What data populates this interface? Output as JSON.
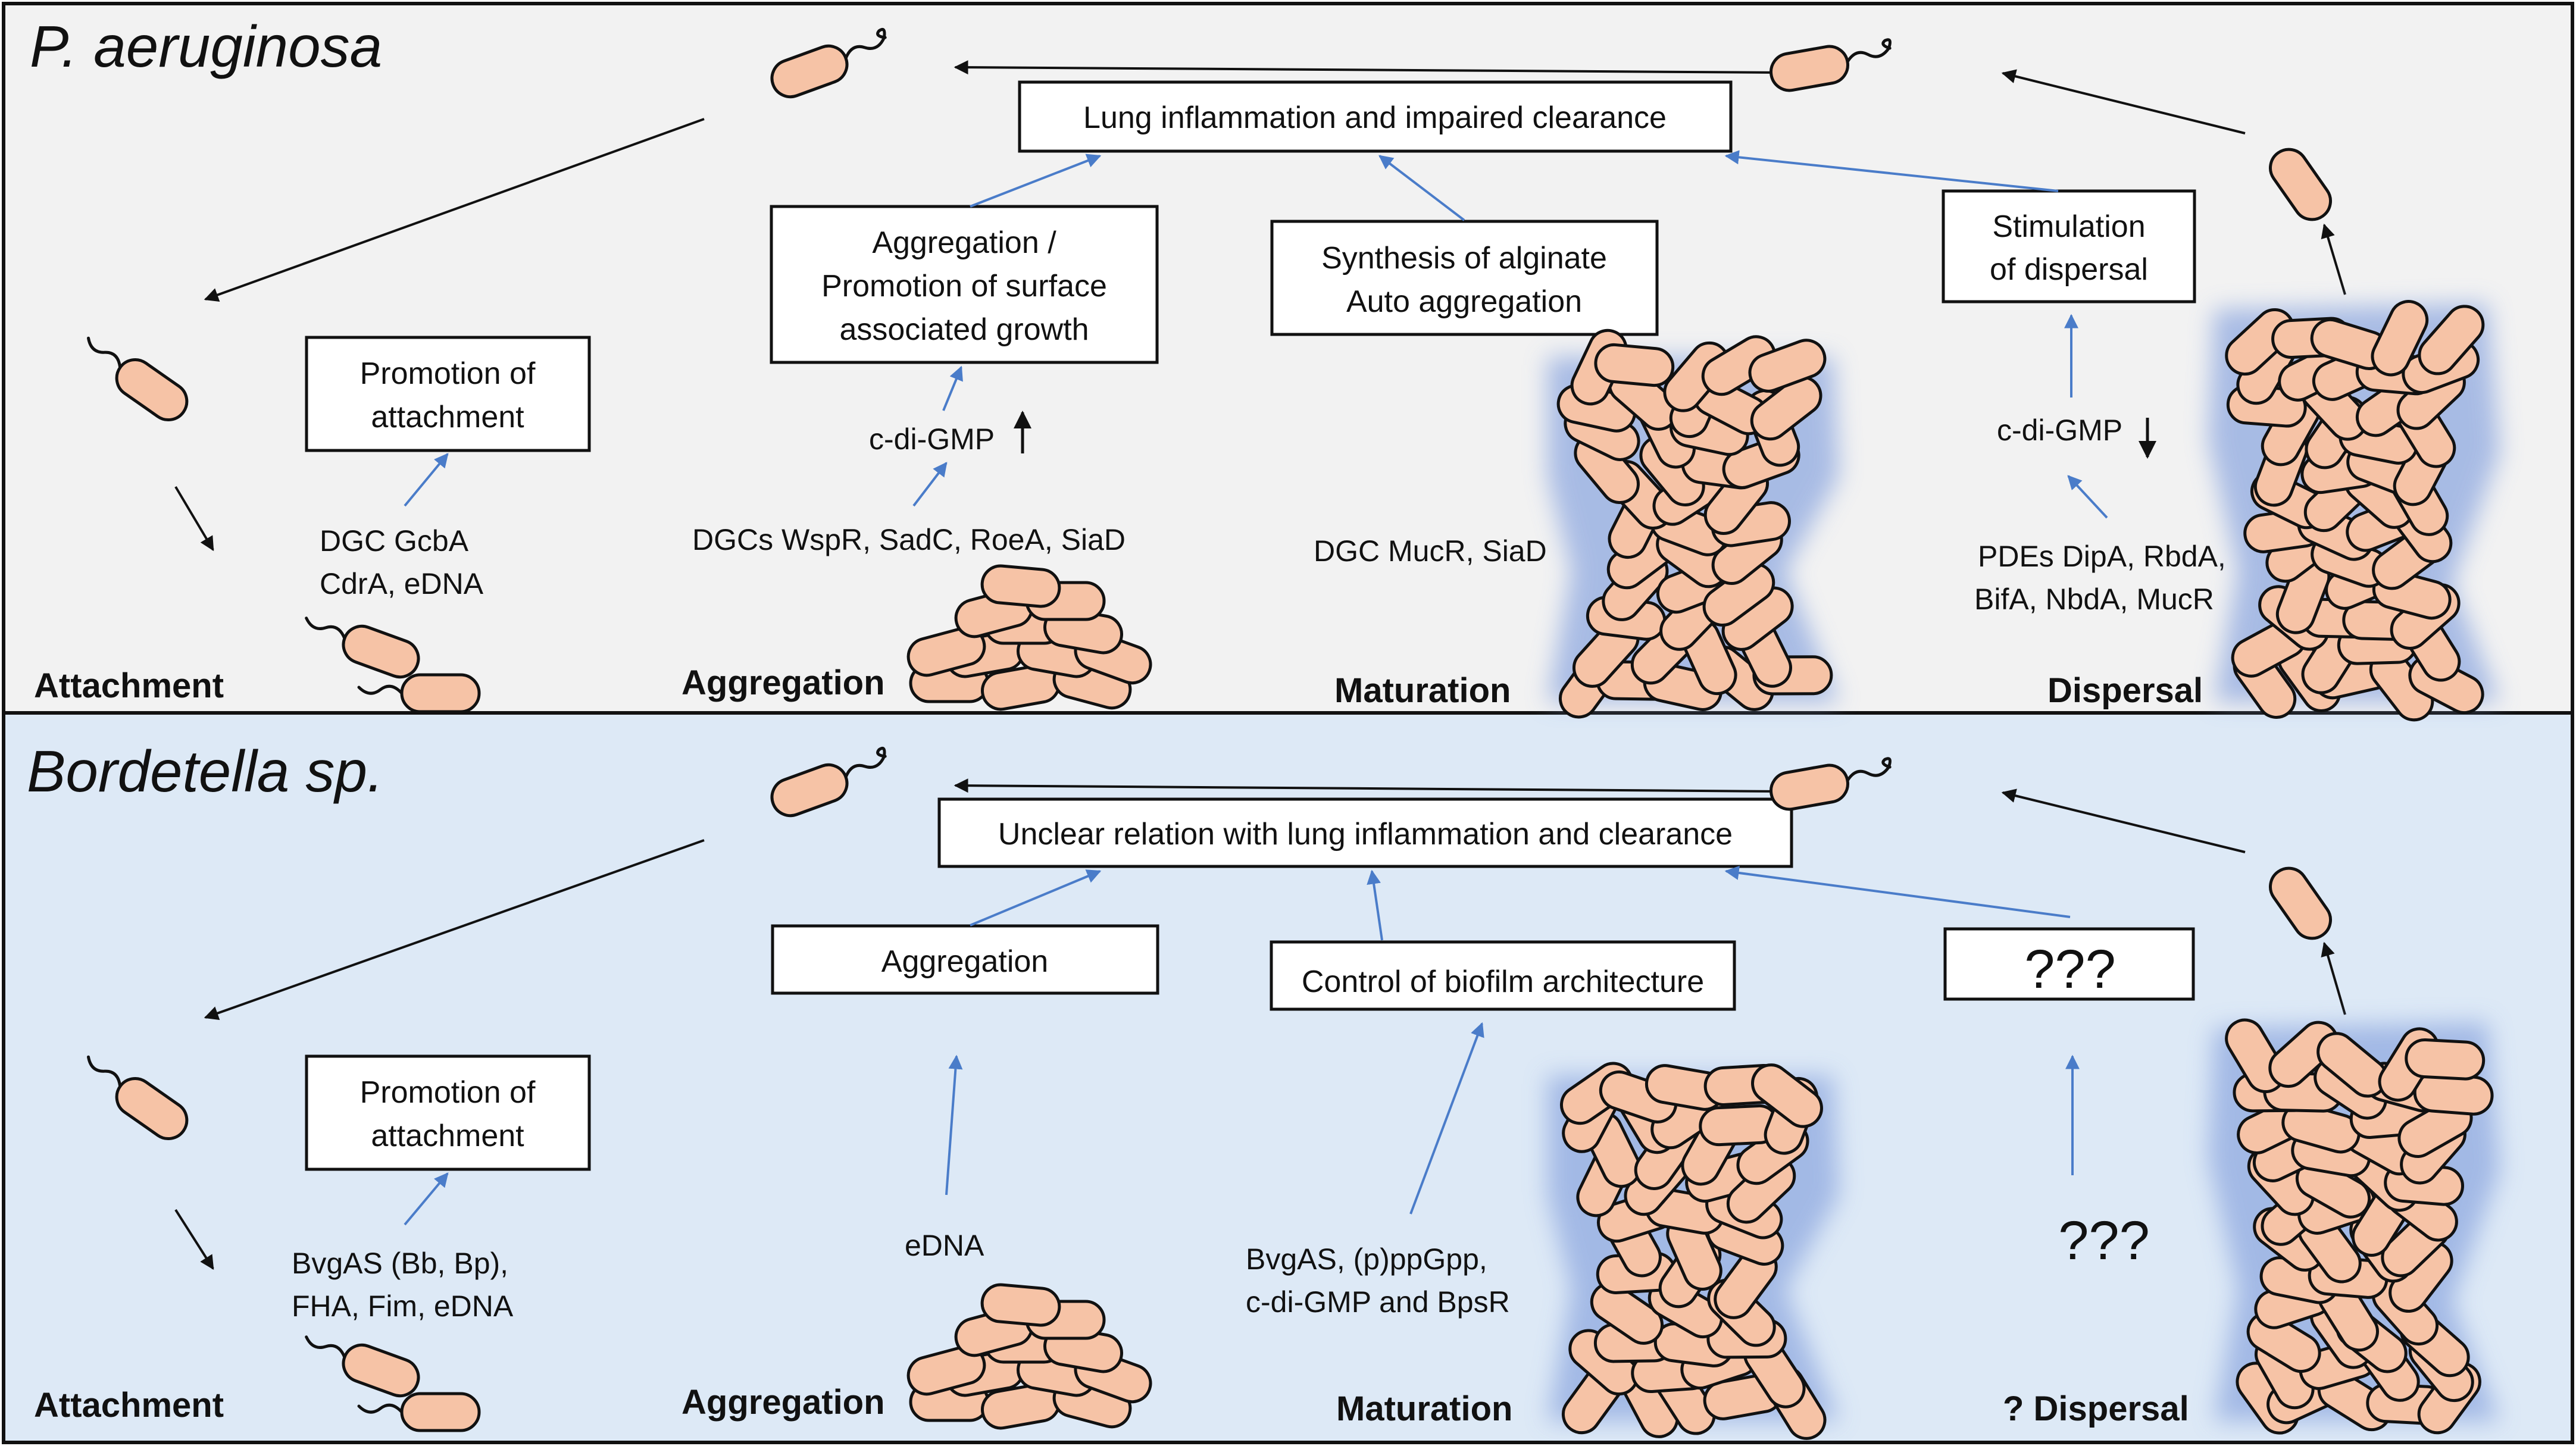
{
  "panels": {
    "top": {
      "title": "P. aeruginosa",
      "background": "#f2f2f2",
      "stages": {
        "attachment": "Attachment",
        "aggregation": "Aggregation",
        "maturation": "Maturation",
        "dispersal": "Dispersal"
      },
      "boxes": {
        "top": "Lung inflammation and impaired clearance",
        "attachment": [
          "Promotion of",
          "attachment"
        ],
        "aggregation": [
          "Aggregation /",
          "Promotion of surface",
          "associated growth"
        ],
        "maturation": [
          "Synthesis of alginate",
          "Auto aggregation"
        ],
        "dispersal": [
          "Stimulation",
          "of dispersal"
        ]
      },
      "factors": {
        "attachment": [
          "DGC GcbA",
          "CdrA, eDNA"
        ],
        "aggregation": "DGCs WspR, SadC, RoeA, SiaD",
        "aggregation_signal": "c-di-GMP",
        "maturation": "DGC MucR, SiaD",
        "dispersal_signal": "c-di-GMP",
        "dispersal": [
          "PDEs DipA, RbdA,",
          "BifA, NbdA, MucR"
        ]
      }
    },
    "bottom": {
      "title": "Bordetella sp.",
      "background": "#dde9f6",
      "stages": {
        "attachment": "Attachment",
        "aggregation": "Aggregation",
        "maturation": "Maturation",
        "dispersal": "? Dispersal"
      },
      "boxes": {
        "top": "Unclear relation with lung inflammation and clearance",
        "attachment": [
          "Promotion of",
          "attachment"
        ],
        "aggregation": "Aggregation",
        "maturation": "Control of biofilm architecture",
        "dispersal": "???"
      },
      "factors": {
        "attachment": [
          "BvgAS (Bb, Bp),",
          "FHA, Fim, eDNA"
        ],
        "aggregation": "eDNA",
        "maturation": [
          "BvgAS, (p)ppGpp,",
          "c-di-GMP and BpsR"
        ],
        "dispersal": "???"
      }
    }
  },
  "colors": {
    "cell_fill": "#f6c3a6",
    "blue_arrow": "#4a7cc9",
    "glow": "#8fa9e0"
  }
}
